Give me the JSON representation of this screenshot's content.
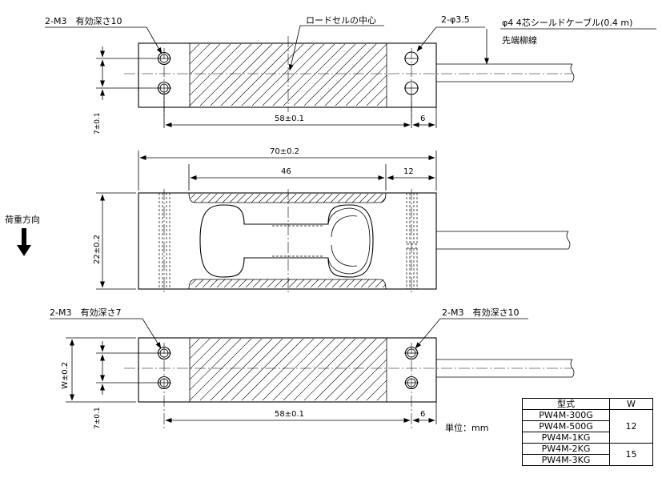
{
  "top_view": {
    "label_left": "2-M3　有効深さ10",
    "label_center": "ロードセルの中心",
    "label_holes": "2-φ3.5",
    "label_cable": "φ4 4芯シールドケーブル(0.4 m)",
    "label_cable_end": "先端柳線",
    "dim_spacing": "58±0.1",
    "dim_end": "6",
    "dim_side": "7±0.1"
  },
  "front_view": {
    "dim_length": "70±0.2",
    "dim_slot": "46",
    "dim_end": "12",
    "dim_height": "22±0.2",
    "load_direction": "荷重方向"
  },
  "bottom_view": {
    "label_left": "2-M3　有効深さ7",
    "label_right": "2-M3　有効深さ10",
    "dim_width": "W±0.2",
    "dim_spacing": "58±0.1",
    "dim_end": "6",
    "dim_side": "7±0.1",
    "unit": "単位：mm"
  },
  "spec_table": {
    "header": [
      "型式",
      "W"
    ],
    "groups": [
      {
        "models": [
          "PW4M-300G",
          "PW4M-500G",
          "PW4M-1KG"
        ],
        "w": "12"
      },
      {
        "models": [
          "PW4M-2KG",
          "PW4M-3KG"
        ],
        "w": "15"
      }
    ]
  }
}
